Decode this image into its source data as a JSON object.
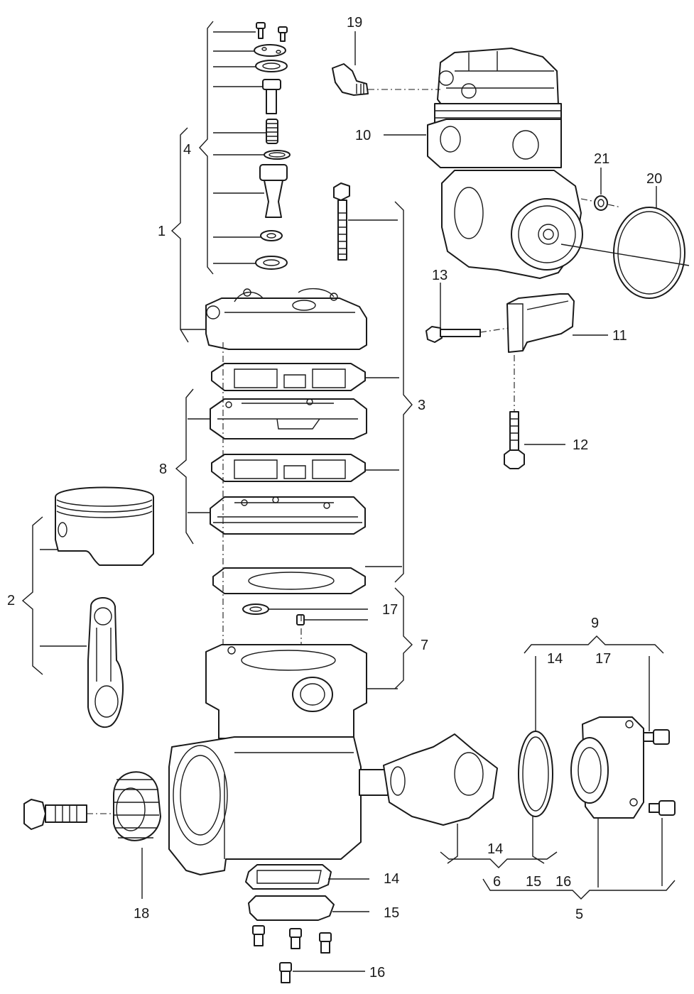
{
  "diagram": {
    "labels": {
      "l1": "1",
      "l2": "2",
      "l3": "3",
      "l4": "4",
      "l5": "5",
      "l6": "6",
      "l7": "7",
      "l8": "8",
      "l9": "9",
      "l10": "10",
      "l11": "11",
      "l12": "12",
      "l13": "13",
      "l14a": "14",
      "l14b": "14",
      "l14c": "14",
      "l15a": "15",
      "l15b": "15",
      "l16a": "16",
      "l16b": "16",
      "l17a": "17",
      "l17b": "17",
      "l18": "18",
      "l19": "19",
      "l20": "20",
      "l21": "21"
    }
  }
}
